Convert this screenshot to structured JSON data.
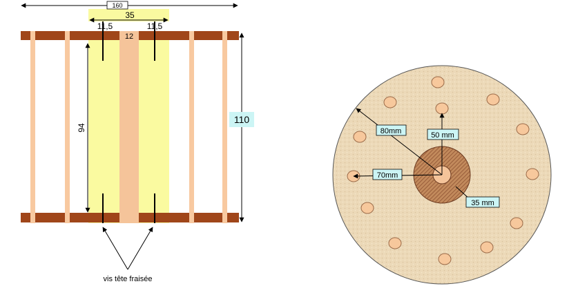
{
  "side_view": {
    "overall_width": "160",
    "core_width": "35",
    "offset_left": "11,5",
    "offset_right": "11,5",
    "center_width": "12",
    "inner_height": "94",
    "total_height": "110",
    "screw_label": "vis tête fraisée"
  },
  "disc_view": {
    "radius_outer": "80mm",
    "radius_holes": "70mm",
    "radius_center": "50 mm",
    "ring_label": "35 mm"
  },
  "colors": {
    "rail": "#a0461a",
    "slat": "#f8c9a0",
    "core": "#fafaa0",
    "center": "#f5c49a",
    "disc": "#ecd9b8",
    "hole": "#f7c89c",
    "hub": "#b77a4f",
    "label_bg": "#ccf5f5"
  }
}
